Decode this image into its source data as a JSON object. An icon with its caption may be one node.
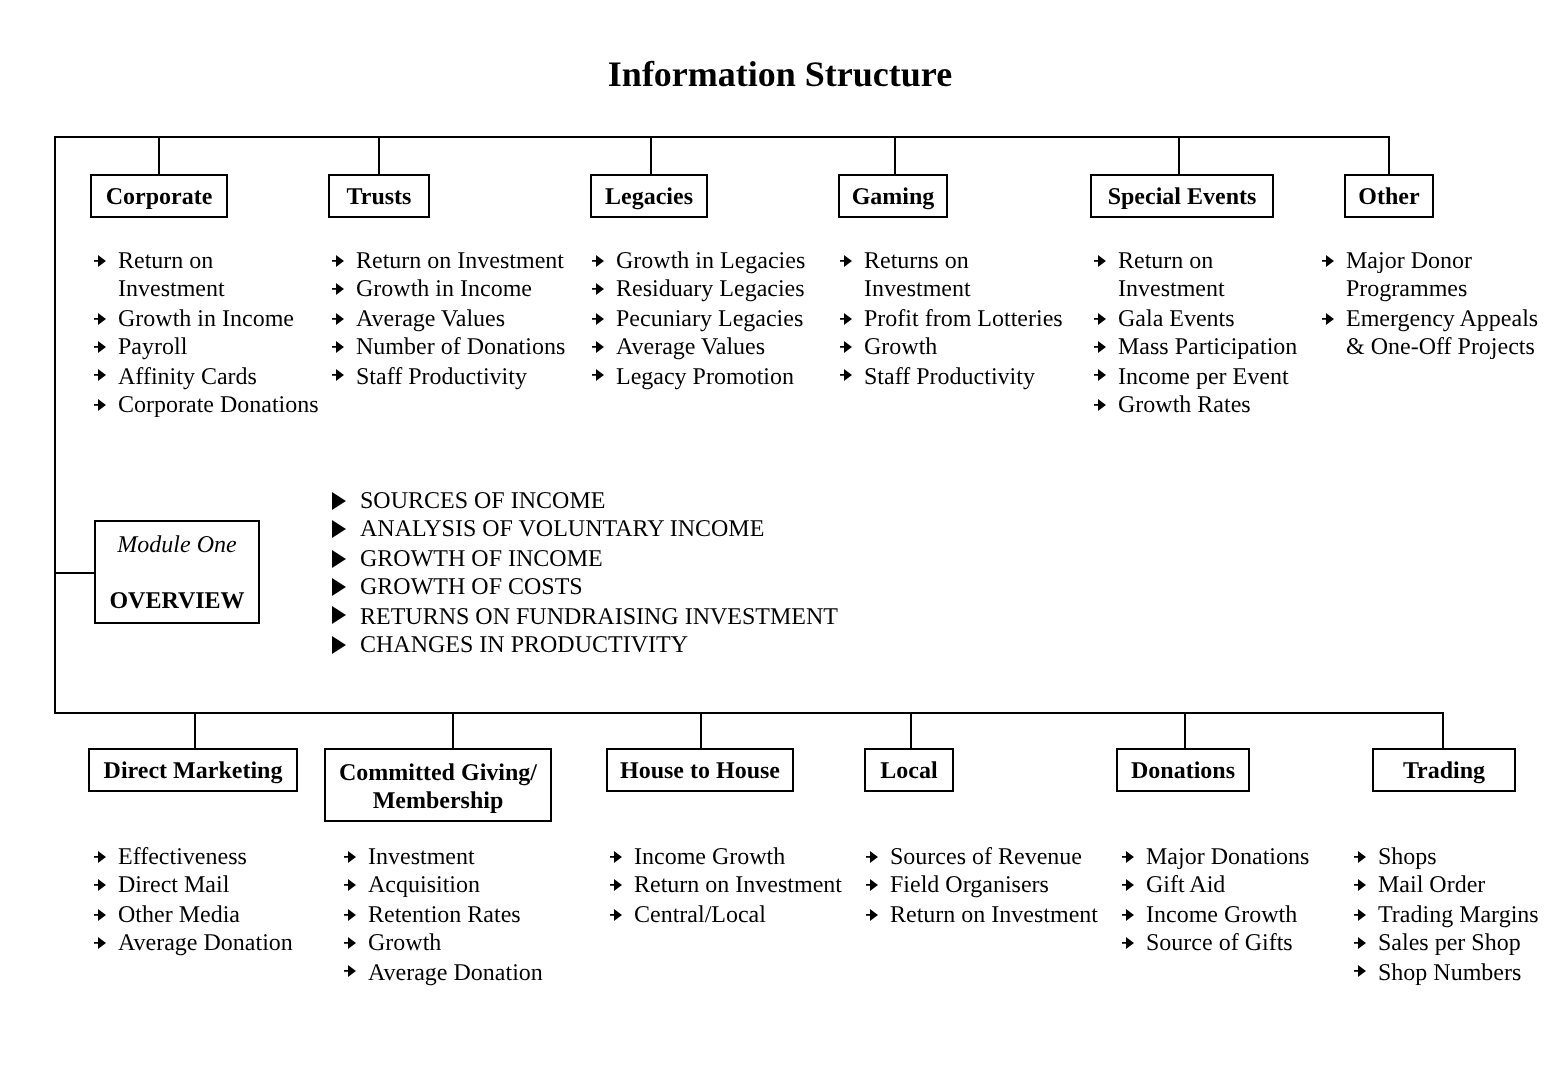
{
  "diagram": {
    "title": "Information Structure",
    "nodes": [
      {
        "text": [
          "Corporate"
        ],
        "beside": [
          "Return on Investment",
          "Growth in Income",
          "Payroll",
          "Affinity Cards",
          "Corporate Donations"
        ]
      },
      {
        "text": [
          "Trusts"
        ],
        "beside": [
          "Return on Investment",
          "Growth in Income",
          "Average Values",
          "Number of Donations",
          "Staff Productivity"
        ]
      },
      {
        "text": [
          "Legacies"
        ],
        "beside": [
          "Growth in Legacies",
          "Residuary Legacies",
          "Pecuniary Legacies",
          "Average Values",
          "Legacy Promotion"
        ]
      },
      {
        "text": [
          "Gaming"
        ],
        "beside": [
          "Returns on Investment",
          "Profit from Lotteries",
          "Growth",
          "Staff Productivity"
        ]
      },
      {
        "text": [
          "Special Events"
        ],
        "beside": [
          "Return on Investment",
          "Gala Events",
          "Mass Participation",
          "Income per Event",
          "Growth Rates"
        ]
      },
      {
        "text": [
          "Other"
        ],
        "beside": [
          "Major Donor Programmes",
          "Emergency Appeals & One-Off Projects"
        ]
      },
      {
        "text": [
          "Module One",
          "OVERVIEW"
        ],
        "beside": [
          "SOURCES OF INCOME",
          "ANALYSIS OF VOLUNTARY INCOME",
          "GROWTH OF INCOME",
          "GROWTH OF COSTS",
          "RETURNS ON FUNDRAISING INVESTMENT",
          "CHANGES IN PRODUCTIVITY"
        ]
      },
      {
        "text": [
          "Direct Marketing"
        ],
        "beside": [
          "Effectiveness",
          "Direct Mail",
          "Other Media",
          "Average Donation"
        ]
      },
      {
        "text": [
          "Committed Giving/ Membership"
        ],
        "beside": [
          "Investment",
          "Acquisition",
          "Retention Rates",
          "Growth",
          "Average Donation"
        ]
      },
      {
        "text": [
          "House to House"
        ],
        "beside": [
          "Income Growth",
          "Return on Investment",
          "Central/Local"
        ]
      },
      {
        "text": [
          "Local"
        ],
        "beside": [
          "Sources of Revenue",
          "Field Organisers",
          "Return on Investment"
        ]
      },
      {
        "text": [
          "Donations"
        ],
        "beside": [
          "Major Donations",
          "Gift Aid",
          "Income Growth",
          "Source of Gifts"
        ]
      },
      {
        "text": [
          "Trading"
        ],
        "beside": [
          "Shops",
          "Mail Order",
          "Trading Margins",
          "Sales per Shop",
          "Shop Numbers"
        ]
      }
    ],
    "edges": [
      {
        "from": 6,
        "to": 0,
        "arrow": "none"
      },
      {
        "from": 6,
        "to": 1,
        "arrow": "none"
      },
      {
        "from": 6,
        "to": 2,
        "arrow": "none"
      },
      {
        "from": 6,
        "to": 3,
        "arrow": "none"
      },
      {
        "from": 6,
        "to": 4,
        "arrow": "none"
      },
      {
        "from": 6,
        "to": 5,
        "arrow": "none"
      },
      {
        "from": 6,
        "to": 7,
        "arrow": "none"
      },
      {
        "from": 6,
        "to": 8,
        "arrow": "none"
      },
      {
        "from": 6,
        "to": 9,
        "arrow": "none"
      },
      {
        "from": 6,
        "to": 10,
        "arrow": "none"
      },
      {
        "from": 6,
        "to": 11,
        "arrow": "none"
      },
      {
        "from": 6,
        "to": 12,
        "arrow": "none"
      }
    ]
  }
}
